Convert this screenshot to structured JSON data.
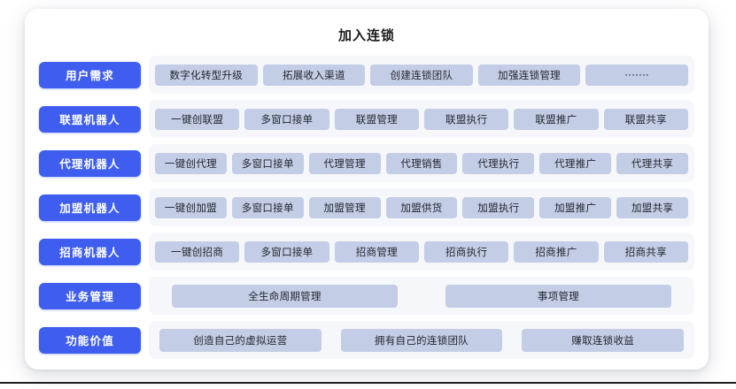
{
  "page": {
    "title": "加入连锁"
  },
  "rows": [
    {
      "label": "用户需求",
      "name": "user-demand",
      "variant": "normal",
      "items": [
        "数字化转型升级",
        "拓展收入渠道",
        "创建连锁团队",
        "加强连锁管理",
        "·······"
      ]
    },
    {
      "label": "联盟机器人",
      "name": "alliance-robot",
      "variant": "normal",
      "items": [
        "一键创联盟",
        "多窗口接单",
        "联盟管理",
        "联盟执行",
        "联盟推广",
        "联盟共享"
      ]
    },
    {
      "label": "代理机器人",
      "name": "agent-robot",
      "variant": "normal",
      "items": [
        "一键创代理",
        "多窗口接单",
        "代理管理",
        "代理销售",
        "代理执行",
        "代理推广",
        "代理共享"
      ]
    },
    {
      "label": "加盟机器人",
      "name": "franchise-robot",
      "variant": "normal",
      "items": [
        "一键创加盟",
        "多窗口接单",
        "加盟管理",
        "加盟供货",
        "加盟执行",
        "加盟推广",
        "加盟共享"
      ]
    },
    {
      "label": "招商机器人",
      "name": "investment-robot",
      "variant": "normal",
      "items": [
        "一键创招商",
        "多窗口接单",
        "招商管理",
        "招商执行",
        "招商推广",
        "招商共享"
      ]
    },
    {
      "label": "业务管理",
      "name": "business-management",
      "variant": "wide",
      "items": [
        "全生命周期管理",
        "事项管理"
      ]
    },
    {
      "label": "功能价值",
      "name": "function-value",
      "variant": "value",
      "items": [
        "创造自己的虚拟运营",
        "拥有自己的连锁团队",
        "赚取连锁收益"
      ]
    }
  ],
  "colors": {
    "label_blue": "#3f5ef0",
    "chip_lavender": "#c3cde6",
    "track_gray": "#f6f7fa",
    "card_white": "#ffffff",
    "title_text": "#1b1b1b"
  }
}
